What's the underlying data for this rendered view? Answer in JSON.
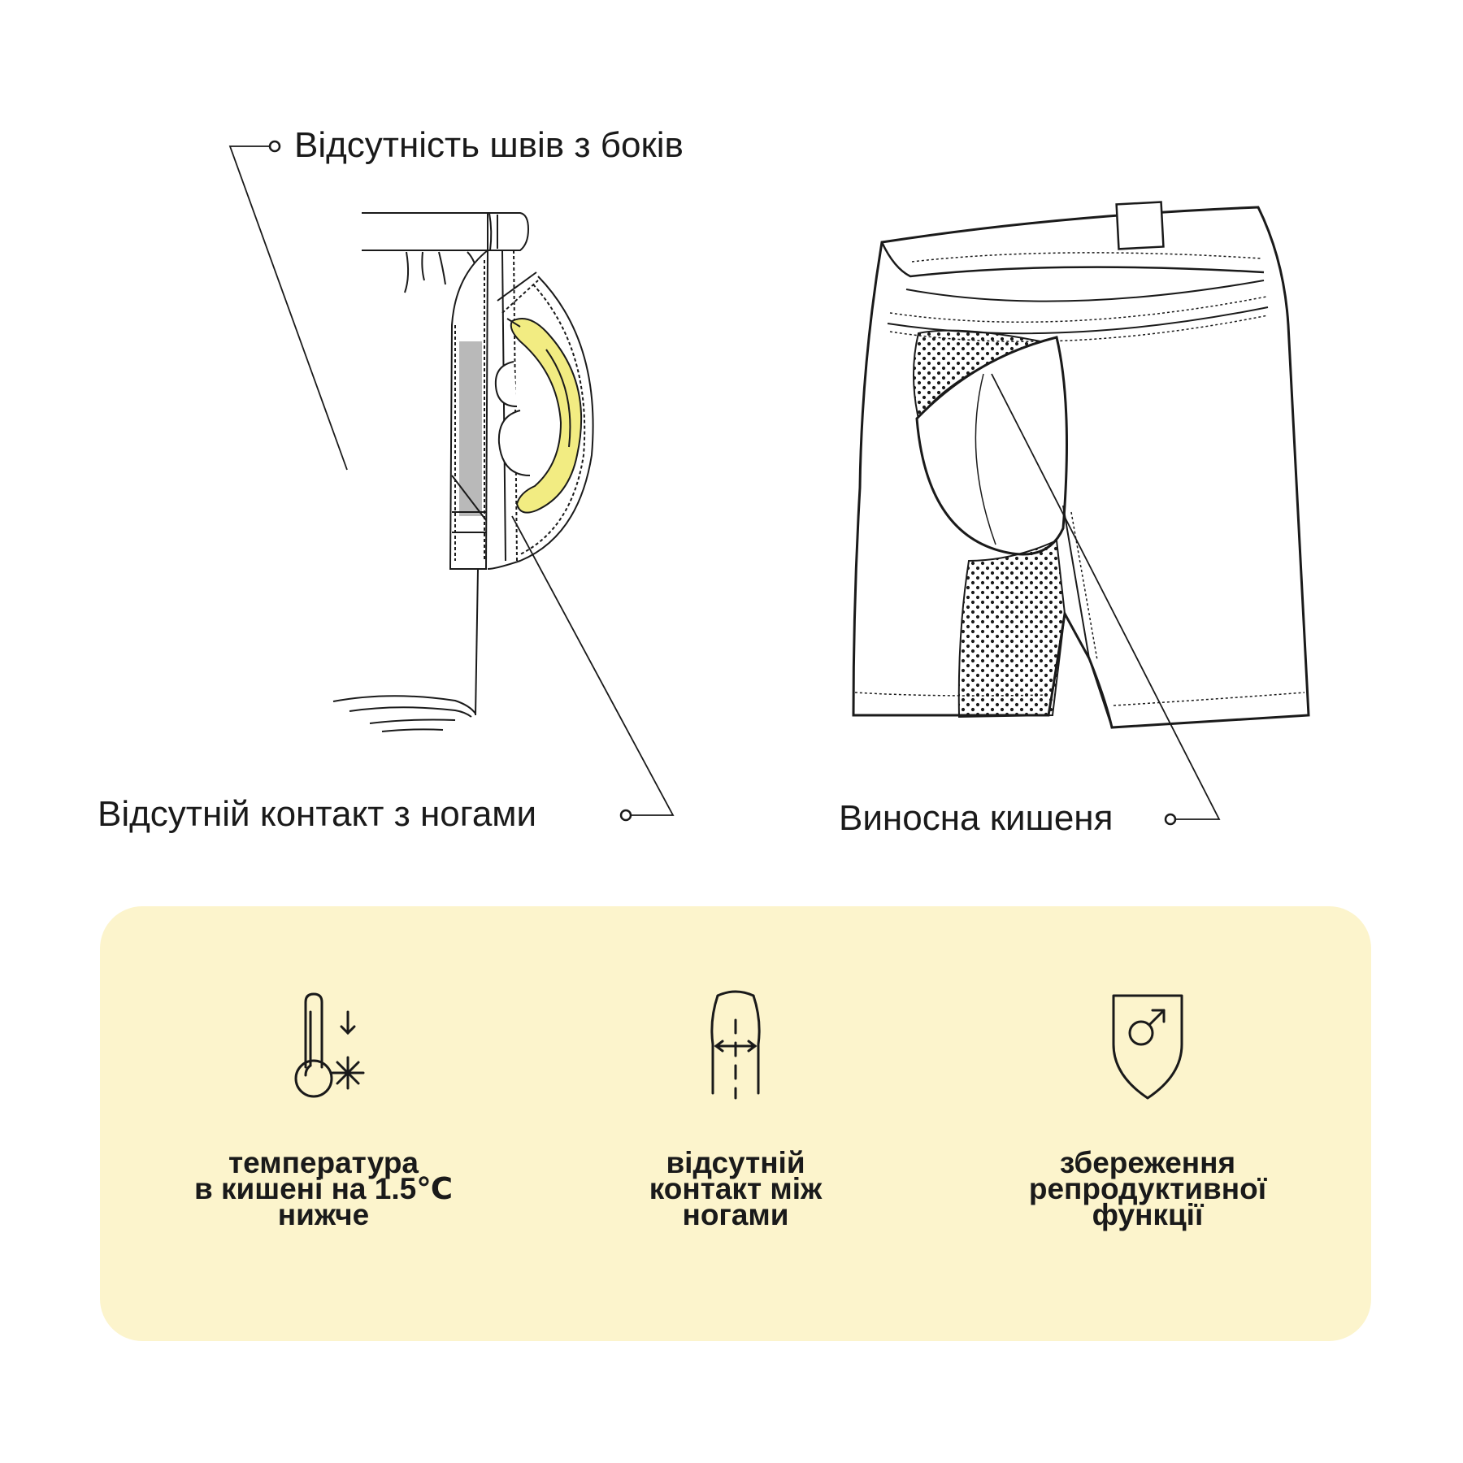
{
  "callouts": {
    "no_side_seams": "Відсутність швів з боків",
    "no_leg_contact": "Відсутній контакт з ногами",
    "external_pouch": "Виносна кишеня"
  },
  "benefits": [
    {
      "icon": "thermometer-cooling-icon",
      "lines": [
        "температура",
        "в кишені на 1.5℃",
        "нижче"
      ]
    },
    {
      "icon": "leg-separation-icon",
      "lines": [
        "відсутній",
        "контакт між",
        "ногами"
      ]
    },
    {
      "icon": "shield-male-icon",
      "lines": [
        "збереження",
        "репродуктивної",
        "функції"
      ]
    }
  ],
  "colors": {
    "panel": "#fcf4cc",
    "banana": "#f2ec82",
    "line": "#1a1a1a"
  }
}
